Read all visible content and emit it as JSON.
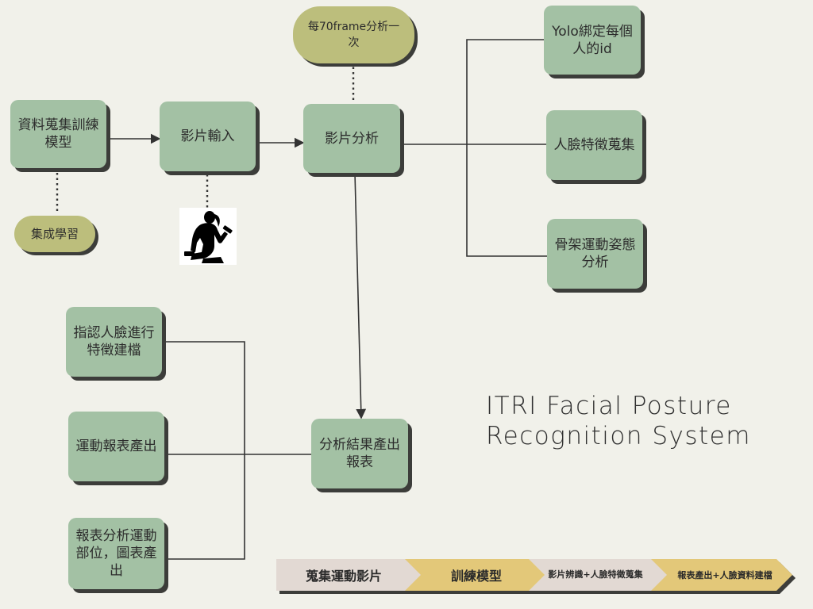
{
  "diagram": {
    "title": "ITRI Facial Posture Recognition System",
    "nodes": {
      "data_collection": "資料蒐集訓練模型",
      "ensemble_learning": "集成學習",
      "video_input": "影片輸入",
      "video_analysis": "影片分析",
      "every_70_frames": "每70frame分析一次",
      "yolo_bind_id": "Yolo綁定每個人的id",
      "face_features": "人臉特徵蒐集",
      "skeleton_posture": "骨架運動姿態分析",
      "analysis_report": "分析結果產出報表",
      "assign_face_profile": "指認人臉進行特徵建檔",
      "exercise_report": "運動報表產出",
      "report_chart": "報表分析運動部位，圖表產出"
    },
    "image": {
      "icon": "athlete-dumbbell-silhouette"
    }
  },
  "timeline": {
    "steps": [
      {
        "label": "蒐集運動影片",
        "color": "#e2d9d3"
      },
      {
        "label": "訓練模型",
        "color": "#e3c879"
      },
      {
        "label": "影片辨識+人臉特徵蒐集",
        "color": "#e2d9d3"
      },
      {
        "label": "報表產出+人臉資料建檔",
        "color": "#e3c879"
      }
    ]
  },
  "colors": {
    "background": "#f1f1ea",
    "box": "#a3c1a4",
    "pill": "#bcbe7c",
    "shadow": "#3c3d3a",
    "line": "#333333"
  }
}
